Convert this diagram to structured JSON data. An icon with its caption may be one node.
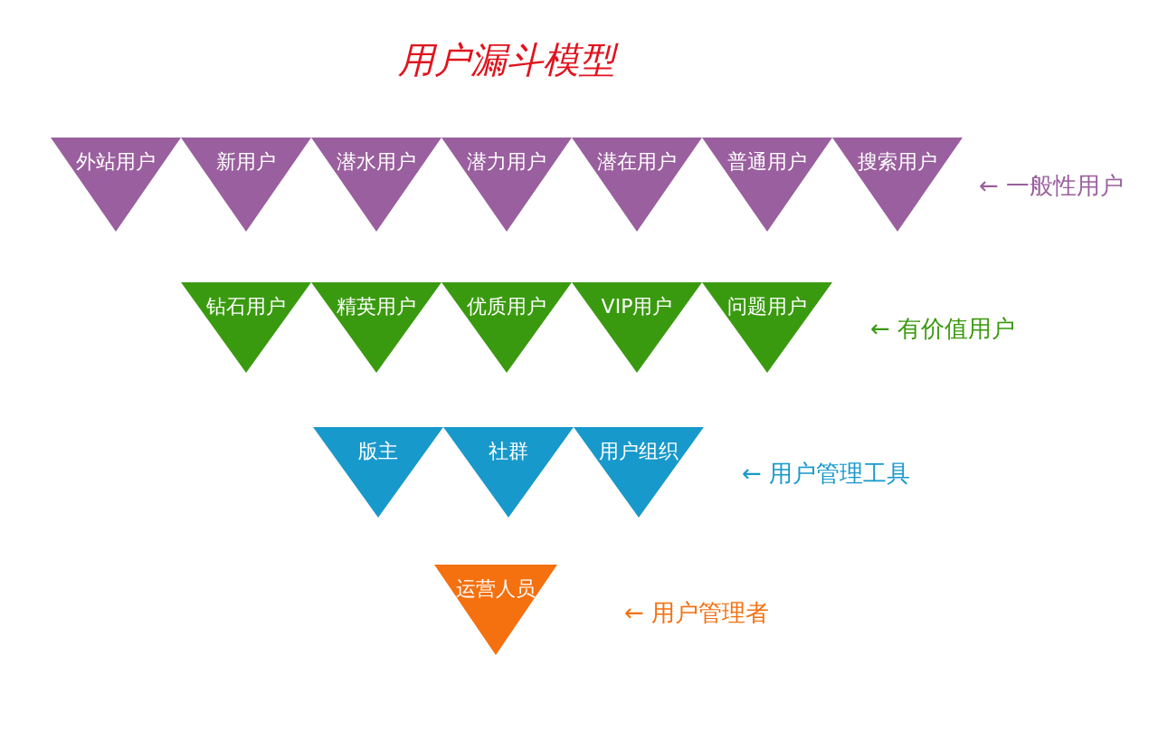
{
  "diagram": {
    "title": "用户漏斗模型",
    "nodes": [
      {
        "text": [
          "外站用户"
        ]
      },
      {
        "text": [
          "新用户"
        ]
      },
      {
        "text": [
          "潜水用户"
        ]
      },
      {
        "text": [
          "潜力用户"
        ]
      },
      {
        "text": [
          "潜在用户"
        ]
      },
      {
        "text": [
          "普通用户"
        ]
      },
      {
        "text": [
          "搜索用户"
        ]
      },
      {
        "text": [
          "钻石用户"
        ]
      },
      {
        "text": [
          "精英用户"
        ]
      },
      {
        "text": [
          "优质用户"
        ]
      },
      {
        "text": [
          "VIP用户"
        ]
      },
      {
        "text": [
          "问题用户"
        ]
      },
      {
        "text": [
          "版主"
        ]
      },
      {
        "text": [
          "社群"
        ]
      },
      {
        "text": [
          "用户组织"
        ]
      },
      {
        "text": [
          "运营人员"
        ]
      }
    ],
    "edges": [],
    "labels": [
      "← 一般性用户",
      "← 有价值用户",
      "← 用户管理工具",
      "← 用户管理者"
    ]
  }
}
